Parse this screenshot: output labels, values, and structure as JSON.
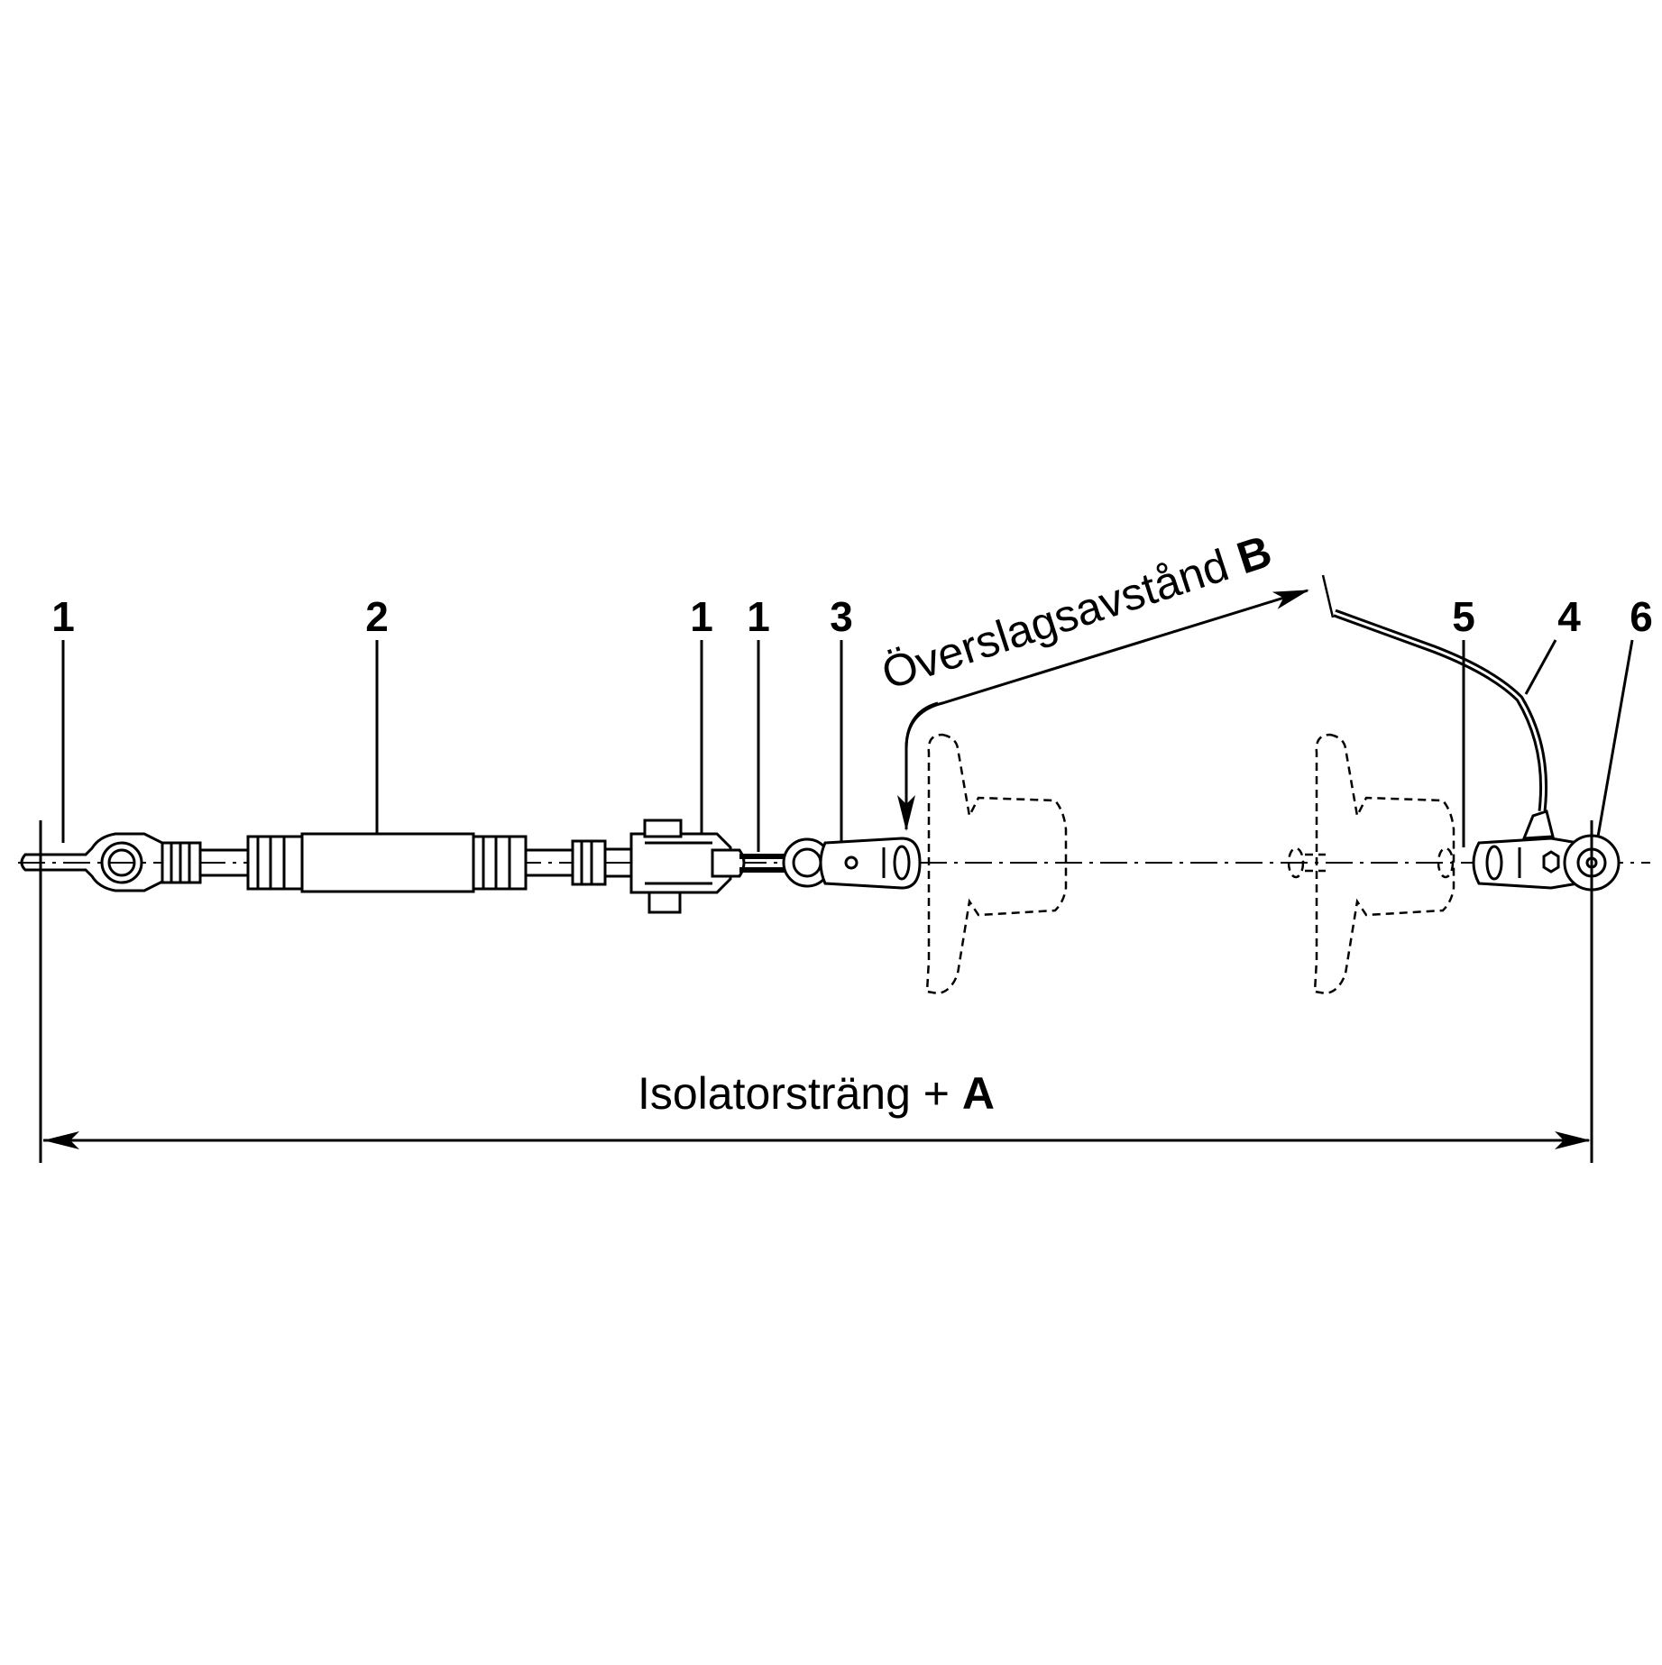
{
  "callouts": [
    {
      "id": "callout-1-left",
      "text": "1"
    },
    {
      "id": "callout-2",
      "text": "2"
    },
    {
      "id": "callout-1-mid-a",
      "text": "1"
    },
    {
      "id": "callout-1-mid-b",
      "text": "1"
    },
    {
      "id": "callout-3",
      "text": "3"
    },
    {
      "id": "callout-5",
      "text": "5"
    },
    {
      "id": "callout-4",
      "text": "4"
    },
    {
      "id": "callout-6",
      "text": "6"
    }
  ],
  "dimension_a": {
    "text": "Isolatorsträng + ",
    "bold": "A"
  },
  "dimension_b": {
    "text": "Överslagsavstånd ",
    "bold": "B"
  }
}
